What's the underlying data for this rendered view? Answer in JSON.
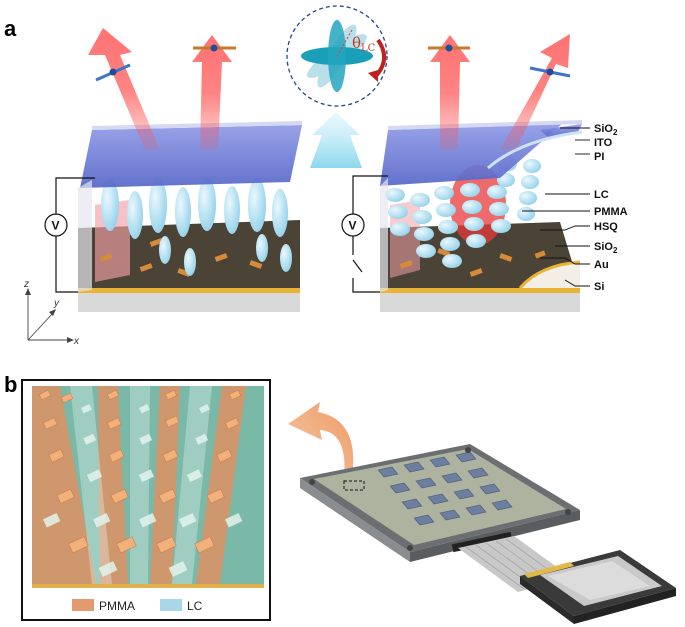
{
  "panels": {
    "a": "a",
    "b": "b"
  },
  "layer_labels": [
    {
      "key": "sio2_top",
      "text": "SiO",
      "sub": "2"
    },
    {
      "key": "ito",
      "text": "ITO",
      "sub": ""
    },
    {
      "key": "pi",
      "text": "PI",
      "sub": ""
    },
    {
      "key": "lc",
      "text": "LC",
      "sub": ""
    },
    {
      "key": "pmma",
      "text": "PMMA",
      "sub": ""
    },
    {
      "key": "hsq",
      "text": "HSQ",
      "sub": ""
    },
    {
      "key": "sio2_bottom",
      "text": "SiO",
      "sub": "2"
    },
    {
      "key": "au",
      "text": "Au",
      "sub": ""
    },
    {
      "key": "si",
      "text": "Si",
      "sub": ""
    }
  ],
  "voltage_symbol": "V",
  "angle_label": {
    "symbol": "θ",
    "sub": "LC"
  },
  "axes": {
    "z": "z",
    "y": "y",
    "x": "x"
  },
  "legend": [
    {
      "label": "PMMA",
      "color": "#e39a6f"
    },
    {
      "label": "LC",
      "color": "#a9d7ea"
    }
  ],
  "colors": {
    "glass_blue": "#6f7fd6",
    "lc_cyan": "#a8ddf0",
    "laser_red": "#f05a5a",
    "substrate_dark": "#4a4236",
    "gold": "#e8b23a",
    "inset_teal": "#6fb9a6",
    "inset_orange": "#e0935f",
    "arrow_orange": "#f0a878"
  }
}
